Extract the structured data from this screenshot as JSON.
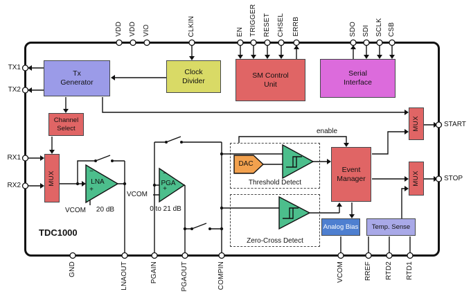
{
  "chip": {
    "part_number": "TDC1000"
  },
  "pins": {
    "top": [
      "VDD",
      "VDD",
      "VIO",
      "CLKIN",
      "EN",
      "TRIGGER",
      "RESET",
      "CHSEL",
      "ERRB",
      "SDO",
      "SDI",
      "SCLK",
      "CSB"
    ],
    "left": [
      "TX1",
      "TX2",
      "RX1",
      "RX2"
    ],
    "right": [
      "START",
      "STOP"
    ],
    "bottom": [
      "GND",
      "LNAOUT",
      "PGAIN",
      "PGAOUT",
      "COMPIN",
      "VCOM",
      "RREF",
      "RTD2",
      "RTD1"
    ]
  },
  "blocks": {
    "tx_generator": "Tx Generator",
    "clock_divider": "Clock Divider",
    "sm_control_unit": "SM Control Unit",
    "serial_interface": "Serial Interface",
    "channel_select": "Channel Select",
    "mux": "MUX",
    "lna": "LNA",
    "pga": "PGA",
    "dac": "DAC",
    "event_manager": "Event Manager",
    "analog_bias": "Analog Bias",
    "temp_sense": "Temp. Sense",
    "threshold_detect": "Threshold Detect",
    "zero_cross_detect": "Zero-Cross Detect"
  },
  "annotations": {
    "lna_gain": "20 dB",
    "pga_gain": "0 to 21 dB",
    "vcom": "VCOM",
    "enable": "enable",
    "plus": "+",
    "minus": "−"
  },
  "colors": {
    "block_red": "#E06565",
    "block_purple": "#9B9BE8",
    "block_yellow": "#D9DA66",
    "block_magenta": "#DC6BDC",
    "block_green": "#4CBE8C",
    "block_orange": "#F2A14E",
    "block_blue": "#4E7FD0",
    "block_lavender": "#A9A9E8",
    "wire": "#111111"
  }
}
